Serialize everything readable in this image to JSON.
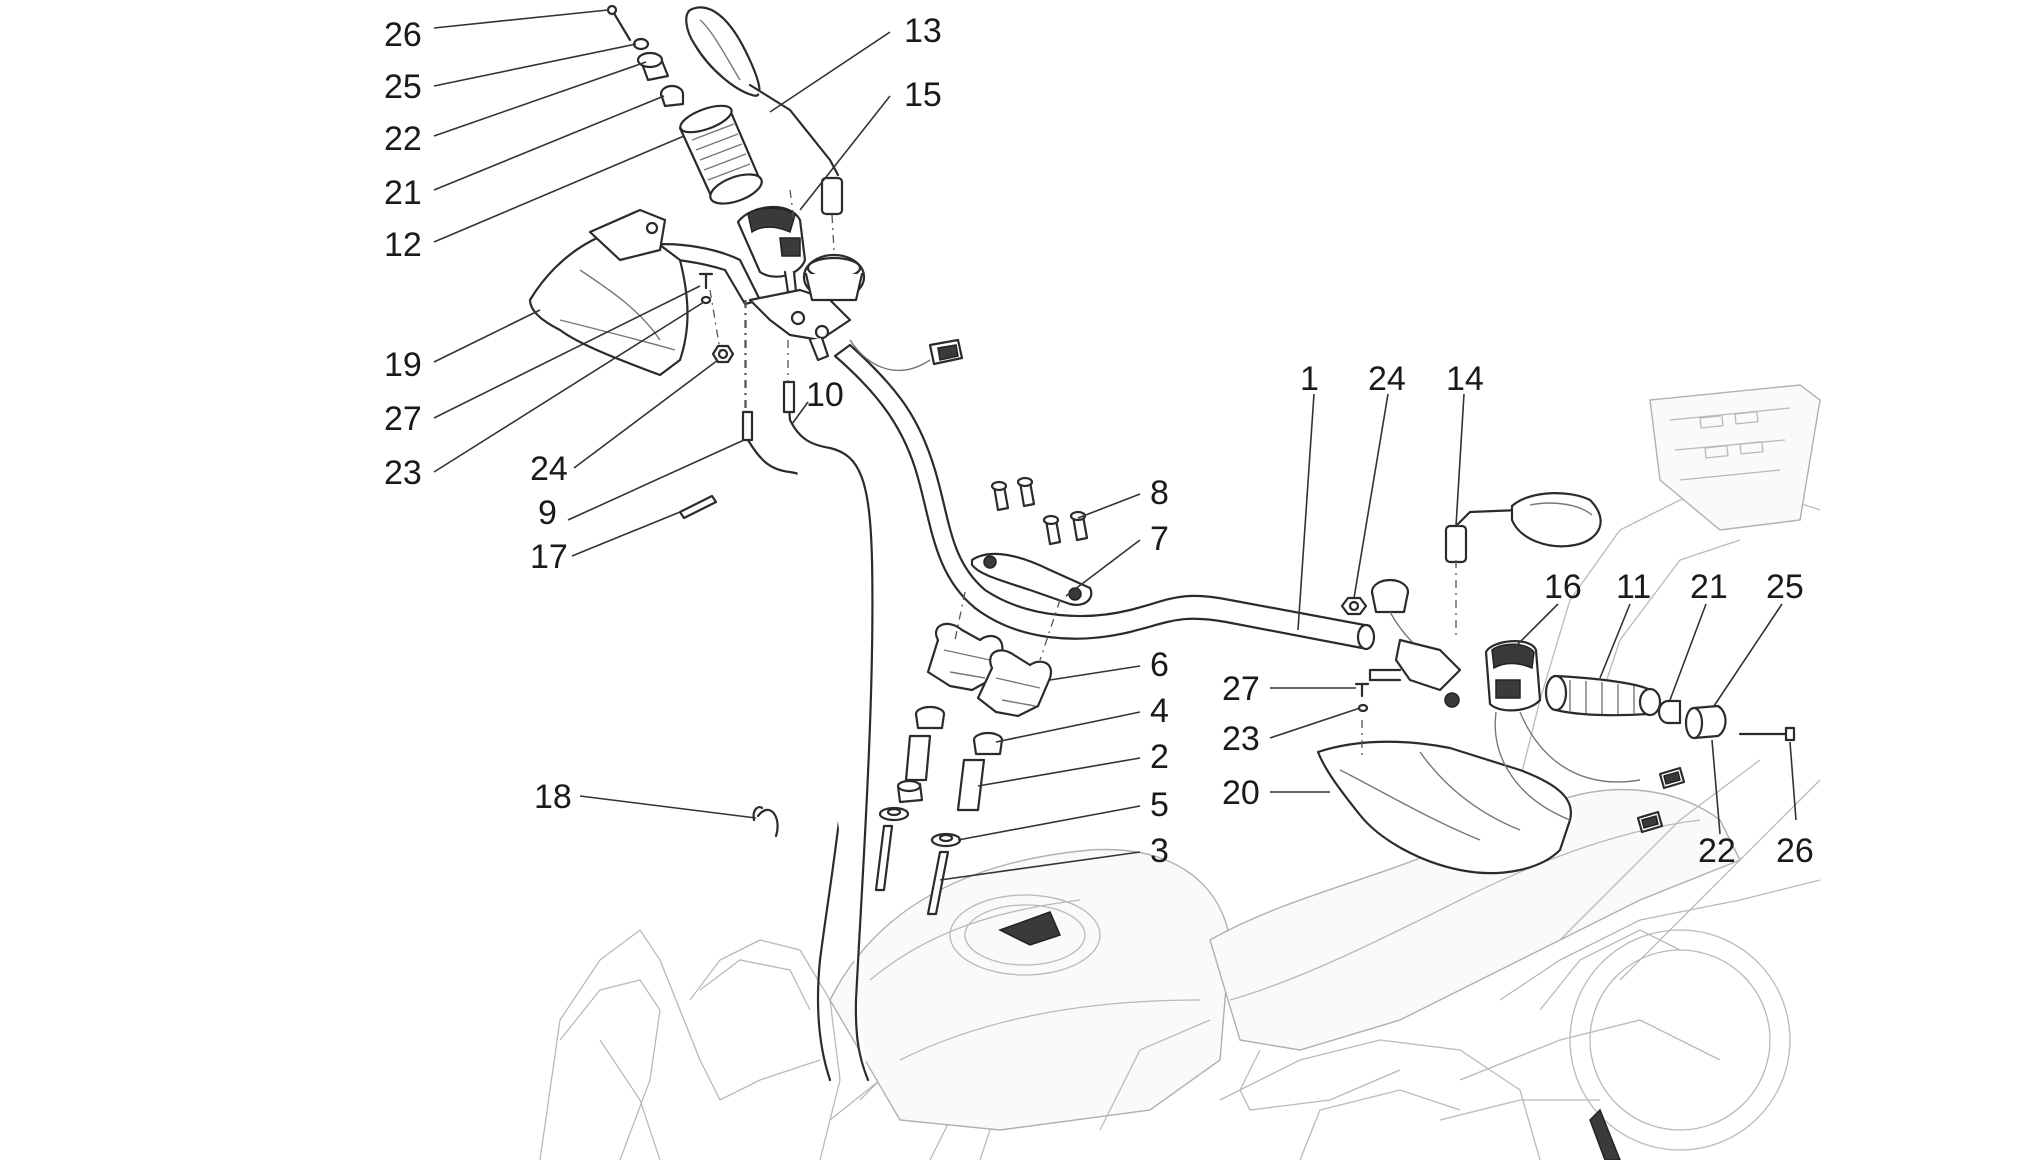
{
  "diagram": {
    "callouts": [
      {
        "id": "c26a",
        "label": "26"
      },
      {
        "id": "c25a",
        "label": "25"
      },
      {
        "id": "c22a",
        "label": "22"
      },
      {
        "id": "c21a",
        "label": "21"
      },
      {
        "id": "c12",
        "label": "12"
      },
      {
        "id": "c13",
        "label": "13"
      },
      {
        "id": "c15",
        "label": "15"
      },
      {
        "id": "c19",
        "label": "19"
      },
      {
        "id": "c27a",
        "label": "27"
      },
      {
        "id": "c23a",
        "label": "23"
      },
      {
        "id": "c24a",
        "label": "24"
      },
      {
        "id": "c10",
        "label": "10"
      },
      {
        "id": "c9",
        "label": "9"
      },
      {
        "id": "c17",
        "label": "17"
      },
      {
        "id": "c8",
        "label": "8"
      },
      {
        "id": "c7",
        "label": "7"
      },
      {
        "id": "c6",
        "label": "6"
      },
      {
        "id": "c4",
        "label": "4"
      },
      {
        "id": "c2",
        "label": "2"
      },
      {
        "id": "c5",
        "label": "5"
      },
      {
        "id": "c3",
        "label": "3"
      },
      {
        "id": "c18",
        "label": "18"
      },
      {
        "id": "c1",
        "label": "1"
      },
      {
        "id": "c24b",
        "label": "24"
      },
      {
        "id": "c14",
        "label": "14"
      },
      {
        "id": "c27b",
        "label": "27"
      },
      {
        "id": "c23b",
        "label": "23"
      },
      {
        "id": "c20",
        "label": "20"
      },
      {
        "id": "c16",
        "label": "16"
      },
      {
        "id": "c11",
        "label": "11"
      },
      {
        "id": "c21b",
        "label": "21"
      },
      {
        "id": "c25b",
        "label": "25"
      },
      {
        "id": "c22b",
        "label": "22"
      },
      {
        "id": "c26b",
        "label": "26"
      }
    ]
  }
}
